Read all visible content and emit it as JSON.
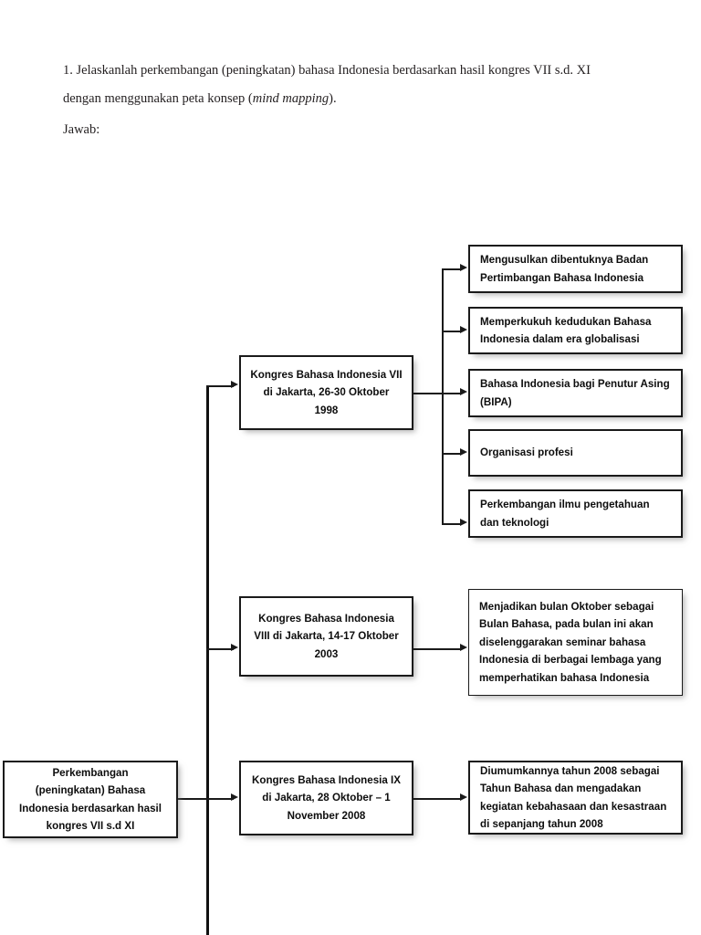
{
  "document": {
    "question": {
      "line1_before_italic": "1. Jelaskanlah perkembangan (peningkatan) bahasa Indonesia berdasarkan hasil kongres VII s.d. XI",
      "line2_before_italic": "dengan menggunakan peta konsep (",
      "line2_italic": "mind mapping",
      "line2_after_italic": ").",
      "answer_label": "Jawab:"
    }
  },
  "chart_data": {
    "type": "diagram",
    "title": "Perkembangan (peningkatan) Bahasa Indonesia berdasarkan hasil kongres VII s.d XI",
    "layout": "mind-map / tree, root at left, congress nodes in middle column, outcome nodes at right",
    "root": {
      "id": "root",
      "label": "Perkembangan (peningkatan) Bahasa Indonesia berdasarkan hasil kongres VII s.d XI",
      "lines": [
        "Perkembangan",
        "(peningkatan) Bahasa",
        "Indonesia berdasarkan hasil",
        "kongres VII s.d XI"
      ]
    },
    "branches": [
      {
        "id": "kongres-vii",
        "label": "Kongres Bahasa Indonesia VII di Jakarta, 26-30 Oktober 1998",
        "lines": [
          "Kongres Bahasa Indonesia VII",
          "di Jakarta, 26-30 Oktober",
          "1998"
        ],
        "children": [
          {
            "id": "vii-1",
            "lines": [
              "Mengusulkan dibentuknya Badan",
              "Pertimbangan Bahasa Indonesia"
            ]
          },
          {
            "id": "vii-2",
            "lines": [
              "Memperkukuh kedudukan Bahasa",
              "Indonesia dalam era globalisasi"
            ]
          },
          {
            "id": "vii-3",
            "lines": [
              "Bahasa Indonesia bagi Penutur Asing",
              "(BIPA)"
            ]
          },
          {
            "id": "vii-4",
            "lines": [
              "Organisasi profesi"
            ]
          },
          {
            "id": "vii-5",
            "lines": [
              "Perkembangan ilmu pengetahuan",
              "dan teknologi"
            ]
          }
        ]
      },
      {
        "id": "kongres-viii",
        "label": "Kongres Bahasa Indonesia VIII di Jakarta, 14-17 Oktober 2003",
        "lines": [
          "Kongres Bahasa Indonesia",
          "VIII di Jakarta, 14-17 Oktober",
          "2003"
        ],
        "children": [
          {
            "id": "viii-1",
            "lines": [
              "Menjadikan bulan Oktober sebagai",
              "Bulan Bahasa, pada bulan ini akan",
              "diselenggarakan seminar bahasa",
              "Indonesia di berbagai lembaga yang",
              "memperhatikan bahasa Indonesia"
            ]
          }
        ]
      },
      {
        "id": "kongres-ix",
        "label": "Kongres Bahasa Indonesia IX di Jakarta, 28 Oktober – 1 November 2008",
        "lines": [
          "Kongres Bahasa Indonesia IX",
          "di Jakarta, 28 Oktober  – 1",
          "November 2008"
        ],
        "children": [
          {
            "id": "ix-1",
            "lines": [
              "Diumumkannya tahun 2008 sebagai",
              "Tahun Bahasa dan mengadakan",
              "kegiatan kebahasaan dan kesastraan",
              "di sepanjang tahun 2008"
            ]
          }
        ]
      }
    ],
    "colors": {
      "background": "#ffffff",
      "node_border": "#1a1a1a",
      "node_fill": "#ffffff",
      "text": "#0d0d0d",
      "connector": "#1a1a1a"
    }
  }
}
